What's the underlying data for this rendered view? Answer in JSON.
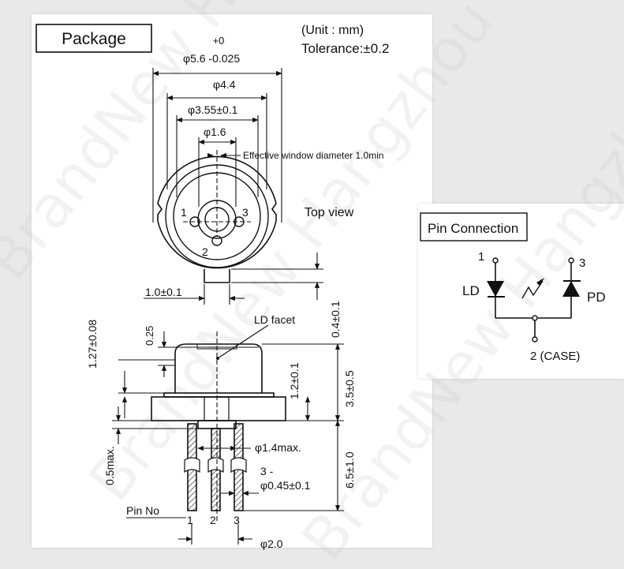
{
  "title": "Package",
  "unit": "(Unit : mm)",
  "tolerance": "Tolerance:±0.2",
  "dims": {
    "outer_top": "+0",
    "outer": "φ5.6 -0.025",
    "d44": "φ4.4",
    "d355": "φ3.55±0.1",
    "d16": "φ1.6",
    "window": "Effective window diameter 1.0min",
    "top_view": "Top view",
    "tab": "1.0±0.1",
    "d04": "0.4±0.1",
    "d127": "1.27±0.08",
    "d025": "0.25",
    "ld_facet": "LD facet",
    "d12": "1.2±0.1",
    "d35": "3.5±0.5",
    "d05": "0.5max.",
    "d14": "φ1.4max.",
    "pins3": "3 -",
    "d045": "φ0.45±0.1",
    "d65": "6.5±1.0",
    "pin_no": "Pin No",
    "d20": "φ2.0"
  },
  "pin_labels": [
    "1",
    "2",
    "3"
  ],
  "pin_connection": {
    "title": "Pin Connection",
    "ld": "LD",
    "pd": "PD",
    "pin1": "1",
    "pin3": "3",
    "case": "2 (CASE)"
  },
  "watermark": [
    "BrandNew Hangzhou",
    "BrandNew Hangzhou",
    "BrandNew Hangzhou"
  ]
}
